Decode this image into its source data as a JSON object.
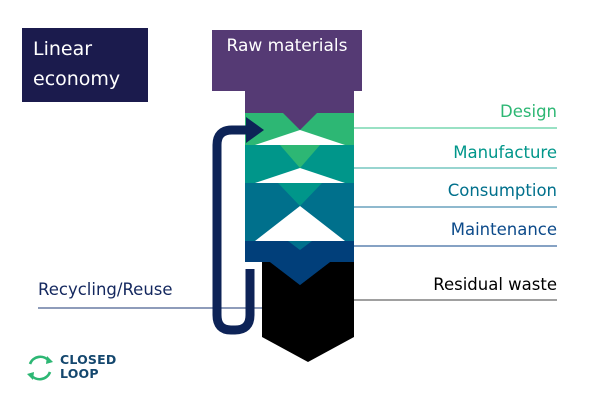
{
  "title": {
    "line1": "Linear",
    "line2": "economy"
  },
  "top_block": {
    "label": "Raw materials",
    "color": "#553a74"
  },
  "stages": [
    {
      "label": "Design",
      "color": "#2db774",
      "text_color": "#2db774",
      "line_color": "#5ccfa0"
    },
    {
      "label": "Manufacture",
      "color": "#00968a",
      "text_color": "#00968a",
      "line_color": "#5bbcb4"
    },
    {
      "label": "Consumption",
      "color": "#00708c",
      "text_color": "#00708c",
      "line_color": "#4c8fb0"
    },
    {
      "label": "Maintenance",
      "color": "#013f7a",
      "text_color": "#0c4a8a",
      "line_color": "#3d6aa1"
    },
    {
      "label": "Residual waste",
      "color": "#000000",
      "text_color": "#000000",
      "line_color": "#808080"
    }
  ],
  "loop": {
    "label": "Recycling/Reuse",
    "color": "#0d2357"
  },
  "logo": {
    "line1": "CLOSED",
    "line2": "LOOP",
    "icon": "circular-arrows-icon",
    "icon_color": "#2db774"
  }
}
